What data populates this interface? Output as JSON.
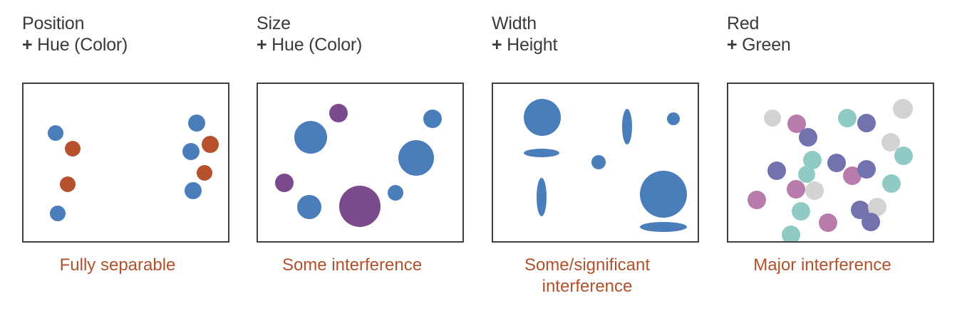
{
  "figure": {
    "background": "#ffffff",
    "frame_color": "#3f3f3f",
    "title_color": "#3a3a3a",
    "caption_color": "#b1512c"
  },
  "palette": {
    "blue": "#4a7ebb",
    "red_orange": "#b5512d",
    "purple": "#7b4a8c",
    "teal": "#8fcbc4",
    "violet": "#7272ae",
    "mauve": "#b87bab",
    "gray": "#d3d3d1"
  },
  "panels": [
    {
      "title_line1": "Position",
      "title_line2": "Hue (Color)",
      "plus": "+",
      "caption": "Fully separable"
    },
    {
      "title_line1": "Size",
      "title_line2": "Hue (Color)",
      "plus": "+",
      "caption": "Some interference"
    },
    {
      "title_line1": "Width",
      "title_line2": "Height",
      "plus": "+",
      "caption": "Some/significant\ninterference"
    },
    {
      "title_line1": "Red",
      "title_line2": "Green",
      "plus": "+",
      "caption": "Major interference"
    }
  ],
  "chart_data": [
    {
      "type": "scatter",
      "title": "Position + Hue (Color)",
      "encoding": [
        "x-position",
        "y-position",
        "hue"
      ],
      "xlim": [
        0,
        287
      ],
      "ylim": [
        0,
        221
      ],
      "grid": false,
      "legend": "none",
      "points": [
        {
          "x": 45,
          "y": 69,
          "r": 11,
          "color": "#4a7ebb",
          "group": "blue"
        },
        {
          "x": 69,
          "y": 91,
          "r": 11,
          "color": "#b5512d",
          "group": "red"
        },
        {
          "x": 62,
          "y": 141,
          "r": 11,
          "color": "#b5512d",
          "group": "red"
        },
        {
          "x": 48,
          "y": 182,
          "r": 11,
          "color": "#4a7ebb",
          "group": "blue"
        },
        {
          "x": 243,
          "y": 55,
          "r": 12,
          "color": "#4a7ebb",
          "group": "blue"
        },
        {
          "x": 262,
          "y": 85,
          "r": 12,
          "color": "#b5512d",
          "group": "red"
        },
        {
          "x": 235,
          "y": 95,
          "r": 12,
          "color": "#4a7ebb",
          "group": "blue"
        },
        {
          "x": 254,
          "y": 125,
          "r": 11,
          "color": "#b5512d",
          "group": "red"
        },
        {
          "x": 238,
          "y": 150,
          "r": 12,
          "color": "#4a7ebb",
          "group": "blue"
        }
      ]
    },
    {
      "type": "bubble",
      "title": "Size + Hue (Color)",
      "encoding": [
        "size",
        "hue"
      ],
      "xlim": [
        0,
        287
      ],
      "ylim": [
        0,
        221
      ],
      "grid": false,
      "legend": "none",
      "points": [
        {
          "x": 113,
          "y": 41,
          "r": 13,
          "color": "#7b4a8c",
          "group": "purple"
        },
        {
          "x": 74,
          "y": 75,
          "r": 23,
          "color": "#4a7ebb",
          "group": "blue"
        },
        {
          "x": 245,
          "y": 49,
          "r": 13,
          "color": "#4a7ebb",
          "group": "blue"
        },
        {
          "x": 222,
          "y": 104,
          "r": 25,
          "color": "#4a7ebb",
          "group": "blue"
        },
        {
          "x": 37,
          "y": 139,
          "r": 13,
          "color": "#7b4a8c",
          "group": "purple"
        },
        {
          "x": 72,
          "y": 173,
          "r": 17,
          "color": "#4a7ebb",
          "group": "blue"
        },
        {
          "x": 143,
          "y": 172,
          "r": 29,
          "color": "#7b4a8c",
          "group": "purple"
        },
        {
          "x": 193,
          "y": 153,
          "r": 11,
          "color": "#4a7ebb",
          "group": "blue"
        }
      ]
    },
    {
      "type": "bubble",
      "title": "Width + Height",
      "encoding": [
        "width",
        "height"
      ],
      "xlim": [
        0,
        287
      ],
      "ylim": [
        0,
        221
      ],
      "grid": false,
      "legend": "none",
      "points": [
        {
          "x": 69,
          "y": 47,
          "rx": 26,
          "ry": 26,
          "color": "#4a7ebb"
        },
        {
          "x": 68,
          "y": 97,
          "rx": 25,
          "ry": 6,
          "color": "#4a7ebb"
        },
        {
          "x": 188,
          "y": 60,
          "rx": 7,
          "ry": 25,
          "color": "#4a7ebb"
        },
        {
          "x": 253,
          "y": 49,
          "rx": 9,
          "ry": 9,
          "color": "#4a7ebb"
        },
        {
          "x": 148,
          "y": 110,
          "rx": 10,
          "ry": 10,
          "color": "#4a7ebb"
        },
        {
          "x": 68,
          "y": 159,
          "rx": 7,
          "ry": 27,
          "color": "#4a7ebb"
        },
        {
          "x": 239,
          "y": 155,
          "rx": 33,
          "ry": 33,
          "color": "#4a7ebb"
        },
        {
          "x": 239,
          "y": 201,
          "rx": 33,
          "ry": 7,
          "color": "#4a7ebb"
        }
      ]
    },
    {
      "type": "scatter",
      "title": "Red + Green",
      "encoding": [
        "red-channel",
        "green-channel"
      ],
      "xlim": [
        0,
        287
      ],
      "ylim": [
        0,
        221
      ],
      "grid": false,
      "legend": "none",
      "points": [
        {
          "x": 62,
          "y": 48,
          "r": 12,
          "color": "#d3d3d1",
          "group": "gray"
        },
        {
          "x": 96,
          "y": 56,
          "r": 13,
          "color": "#b87bab",
          "group": "mauve"
        },
        {
          "x": 112,
          "y": 75,
          "r": 13,
          "color": "#7272ae",
          "group": "violet"
        },
        {
          "x": 167,
          "y": 48,
          "r": 13,
          "color": "#8fcbc4",
          "group": "teal"
        },
        {
          "x": 194,
          "y": 55,
          "r": 13,
          "color": "#7272ae",
          "group": "violet"
        },
        {
          "x": 245,
          "y": 35,
          "r": 14,
          "color": "#d3d3d1",
          "group": "gray"
        },
        {
          "x": 228,
          "y": 82,
          "r": 13,
          "color": "#d3d3d1",
          "group": "gray"
        },
        {
          "x": 246,
          "y": 101,
          "r": 13,
          "color": "#8fcbc4",
          "group": "teal"
        },
        {
          "x": 118,
          "y": 107,
          "r": 13,
          "color": "#8fcbc4",
          "group": "teal"
        },
        {
          "x": 68,
          "y": 122,
          "r": 13,
          "color": "#7272ae",
          "group": "violet"
        },
        {
          "x": 110,
          "y": 127,
          "r": 12,
          "color": "#8fcbc4",
          "group": "teal"
        },
        {
          "x": 152,
          "y": 111,
          "r": 13,
          "color": "#7272ae",
          "group": "violet"
        },
        {
          "x": 174,
          "y": 129,
          "r": 13,
          "color": "#b87bab",
          "group": "mauve"
        },
        {
          "x": 194,
          "y": 120,
          "r": 13,
          "color": "#7272ae",
          "group": "violet"
        },
        {
          "x": 229,
          "y": 140,
          "r": 13,
          "color": "#8fcbc4",
          "group": "teal"
        },
        {
          "x": 95,
          "y": 148,
          "r": 13,
          "color": "#b87bab",
          "group": "mauve"
        },
        {
          "x": 121,
          "y": 150,
          "r": 13,
          "color": "#d3d3d1",
          "group": "gray"
        },
        {
          "x": 40,
          "y": 163,
          "r": 13,
          "color": "#b87bab",
          "group": "mauve"
        },
        {
          "x": 102,
          "y": 179,
          "r": 13,
          "color": "#8fcbc4",
          "group": "teal"
        },
        {
          "x": 140,
          "y": 195,
          "r": 13,
          "color": "#b87bab",
          "group": "mauve"
        },
        {
          "x": 88,
          "y": 212,
          "r": 13,
          "color": "#8fcbc4",
          "group": "teal"
        },
        {
          "x": 185,
          "y": 177,
          "r": 13,
          "color": "#7272ae",
          "group": "violet"
        },
        {
          "x": 209,
          "y": 173,
          "r": 13,
          "color": "#d3d3d1",
          "group": "gray"
        },
        {
          "x": 200,
          "y": 194,
          "r": 13,
          "color": "#7272ae",
          "group": "violet"
        }
      ]
    }
  ]
}
